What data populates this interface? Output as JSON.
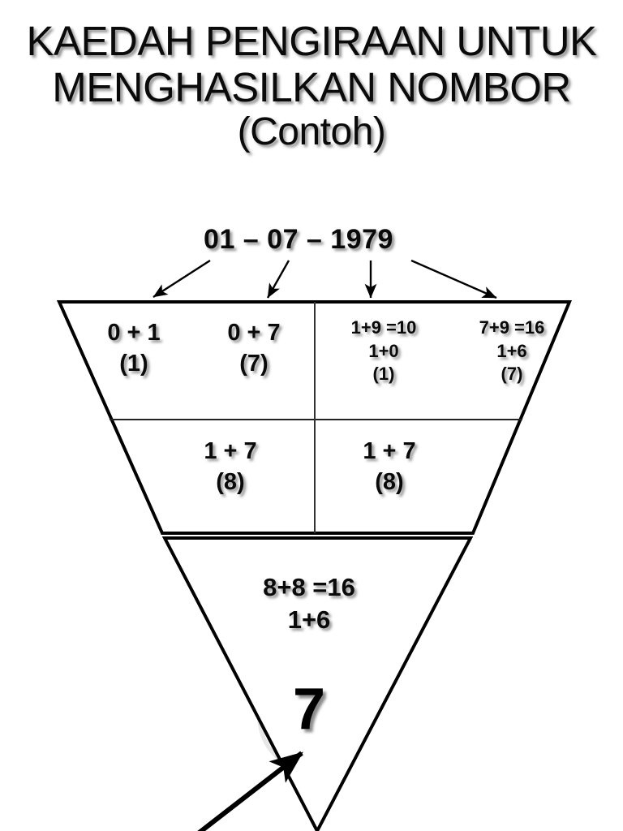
{
  "title": {
    "line1": "KAEDAH PENGIRAAN UNTUK",
    "line2": "MENGHASILKAN NOMBOR",
    "line3": "(Contoh)"
  },
  "input": {
    "date": "01 – 07 – 1979"
  },
  "colors": {
    "ink": "#000000",
    "outline": "#000000",
    "highlight_circle": "#e8e8e8",
    "background": "#ffffff"
  },
  "funnel": {
    "row1": {
      "day": {
        "sum": "0 + 1",
        "result": "(1)"
      },
      "month": {
        "sum": "0 + 7",
        "result": "(7)"
      },
      "year_first": {
        "sum": "1+9 =10",
        "reduce": "1+0",
        "result": "(1)"
      },
      "year_second": {
        "sum": "7+9 =16",
        "reduce": "1+6",
        "result": "(7)"
      }
    },
    "row2": {
      "left": {
        "sum": "1 + 7",
        "result": "(8)"
      },
      "right": {
        "sum": "1 + 7",
        "result": "(8)"
      }
    },
    "row3": {
      "sum": "8+8 =16",
      "reduce": "1+6",
      "final": "7"
    }
  },
  "annotations": {
    "arrow_day": "arrow-to-day-cell",
    "arrow_month": "arrow-to-month-cell",
    "arrow_year_first": "arrow-to-year-first-cell",
    "arrow_year_second": "arrow-to-year-second-cell",
    "arrow_result": "arrow-to-final-number"
  }
}
